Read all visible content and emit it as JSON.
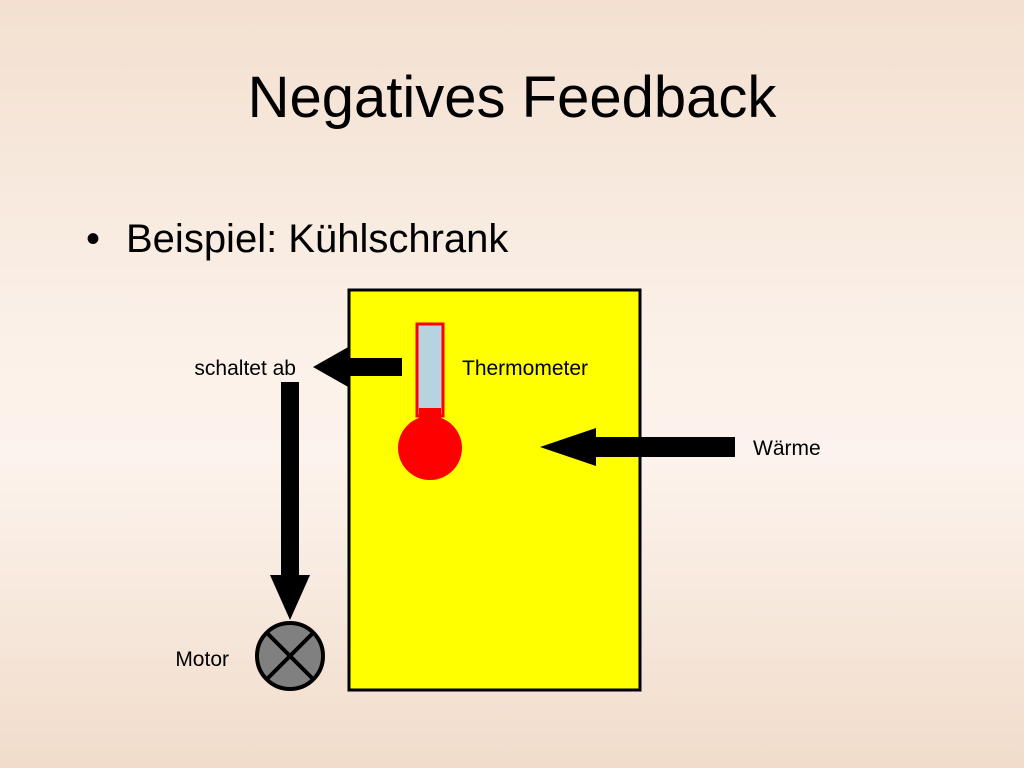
{
  "slide": {
    "title": "Negatives Feedback",
    "bullet_symbol": "•",
    "bullet_text": "Beispiel: Kühlschrank"
  },
  "diagram": {
    "labels": {
      "switch_off": "schaltet ab",
      "thermometer": "Thermometer",
      "heat": "Wärme",
      "motor": "Motor"
    },
    "colors": {
      "fridge_fill": "#ffff00",
      "fridge_stroke": "#000000",
      "thermometer_red": "#ff0000",
      "thermometer_glass": "#b7d3e0",
      "motor_fill": "#808080",
      "arrow": "#000000"
    },
    "icons": {
      "motor": "motor-x-circle-icon",
      "thermometer": "thermometer-icon"
    }
  }
}
